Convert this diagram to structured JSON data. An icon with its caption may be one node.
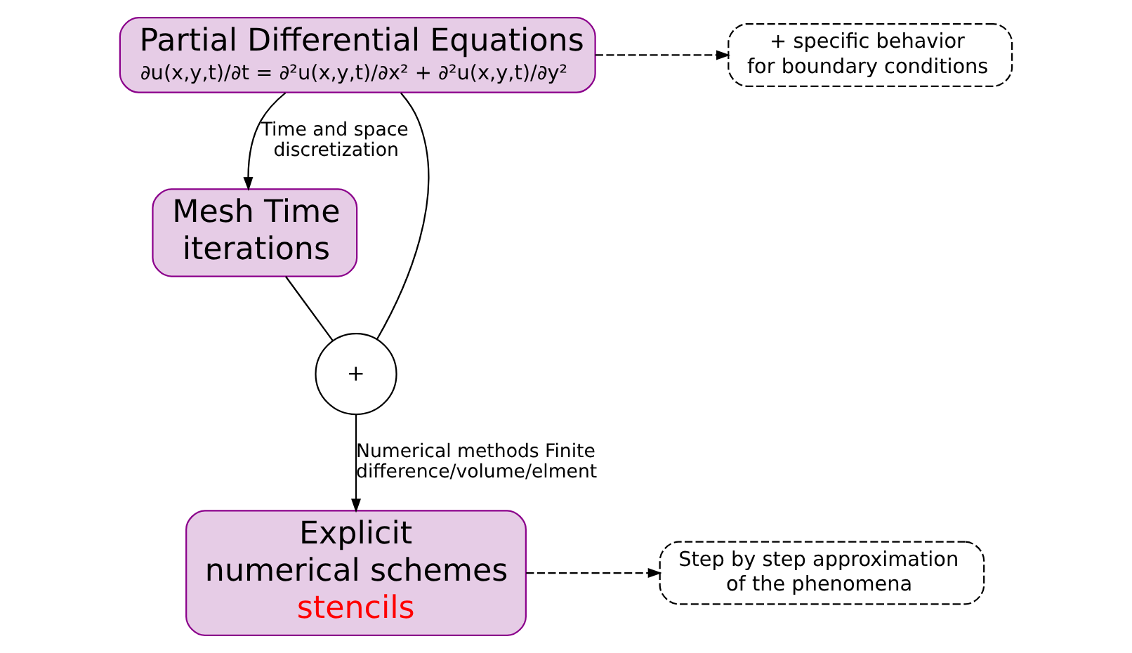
{
  "diagram": {
    "nodes": [
      {
        "text": [
          "Partial Differential Equations",
          "∂u(x,y,t)/∂t = ∂²u(x,y,t)/∂x² + ∂²u(x,y,t)/∂y²"
        ]
      },
      {
        "text": [
          "+ specific behavior for boundary conditions"
        ]
      },
      {
        "text": [
          "Mesh Time iterations"
        ]
      },
      {
        "text": [
          "+"
        ]
      },
      {
        "text": [
          "Explicit numerical schemes",
          "stencils"
        ]
      },
      {
        "text": [
          "Step by step approximation of the phenomena"
        ]
      }
    ],
    "edges": [
      {
        "from": 0,
        "to": 1,
        "arrow": "to",
        "style": "dashed"
      },
      {
        "from": 0,
        "to": 2,
        "arrow": "to",
        "label": "Time and space discretization"
      },
      {
        "from": 0,
        "to": 3,
        "arrow": "none"
      },
      {
        "from": 2,
        "to": 3,
        "arrow": "none"
      },
      {
        "from": 3,
        "to": 4,
        "arrow": "to",
        "label": "Numerical methods Finite difference/volume/elment"
      },
      {
        "from": 4,
        "to": 5,
        "arrow": "to",
        "style": "dashed"
      }
    ]
  }
}
